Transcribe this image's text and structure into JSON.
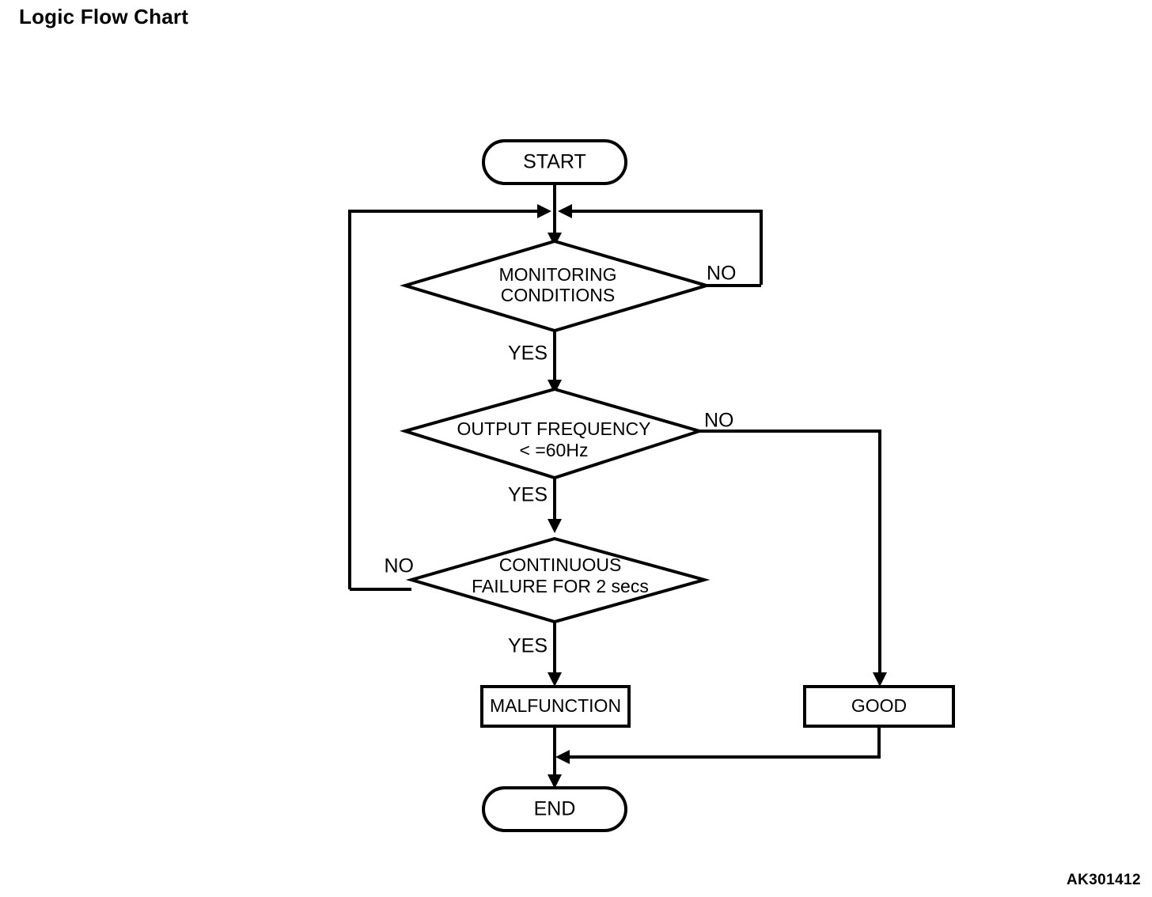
{
  "page": {
    "title": "Logic Flow Chart",
    "watermark": "AK301412",
    "background_color": "#ffffff",
    "line_color": "#000000"
  },
  "chart_data": {
    "type": "diagram",
    "diagram_kind": "flowchart",
    "title": "Logic Flow Chart",
    "orientation": "top-to-bottom",
    "nodes": [
      {
        "id": "start",
        "shape": "terminator",
        "label": "START"
      },
      {
        "id": "monitoring",
        "shape": "decision",
        "label": "MONITORING CONDITIONS",
        "line1": "MONITORING",
        "line2": "CONDITIONS"
      },
      {
        "id": "frequency",
        "shape": "decision",
        "label": "OUTPUT FREQUENCY < =60Hz",
        "line1": "OUTPUT FREQUENCY",
        "line2": "< =60Hz"
      },
      {
        "id": "continuous",
        "shape": "decision",
        "label": "CONTINUOUS FAILURE FOR 2 secs",
        "line1": "CONTINUOUS",
        "line2": "FAILURE FOR 2 secs"
      },
      {
        "id": "malfunction",
        "shape": "process",
        "label": "MALFUNCTION"
      },
      {
        "id": "good",
        "shape": "process",
        "label": "GOOD"
      },
      {
        "id": "end",
        "shape": "terminator",
        "label": "END"
      }
    ],
    "edges": [
      {
        "from": "start",
        "to": "monitoring",
        "label": ""
      },
      {
        "from": "monitoring",
        "to": "frequency",
        "label": "YES"
      },
      {
        "from": "monitoring",
        "to": "monitoring",
        "label": "NO",
        "route": "right-loop-back-to-top"
      },
      {
        "from": "frequency",
        "to": "continuous",
        "label": "YES"
      },
      {
        "from": "frequency",
        "to": "good",
        "label": "NO",
        "route": "right-down"
      },
      {
        "from": "continuous",
        "to": "malfunction",
        "label": "YES"
      },
      {
        "from": "continuous",
        "to": "monitoring",
        "label": "NO",
        "route": "left-loop-back-to-top"
      },
      {
        "from": "malfunction",
        "to": "end",
        "label": ""
      },
      {
        "from": "good",
        "to": "end",
        "label": "",
        "route": "down-left-merge"
      }
    ],
    "branch_labels": {
      "yes": "YES",
      "no": "NO"
    }
  },
  "labels": {
    "start": "START",
    "monitoring_l1": "MONITORING",
    "monitoring_l2": "CONDITIONS",
    "monitoring_yes": "YES",
    "monitoring_no": "NO",
    "frequency_l1": "OUTPUT FREQUENCY",
    "frequency_l2": "< =60Hz",
    "frequency_yes": "YES",
    "frequency_no": "NO",
    "continuous_l1": "CONTINUOUS",
    "continuous_l2": "FAILURE FOR 2 secs",
    "continuous_yes": "YES",
    "continuous_no": "NO",
    "malfunction": "MALFUNCTION",
    "good": "GOOD",
    "end": "END"
  }
}
